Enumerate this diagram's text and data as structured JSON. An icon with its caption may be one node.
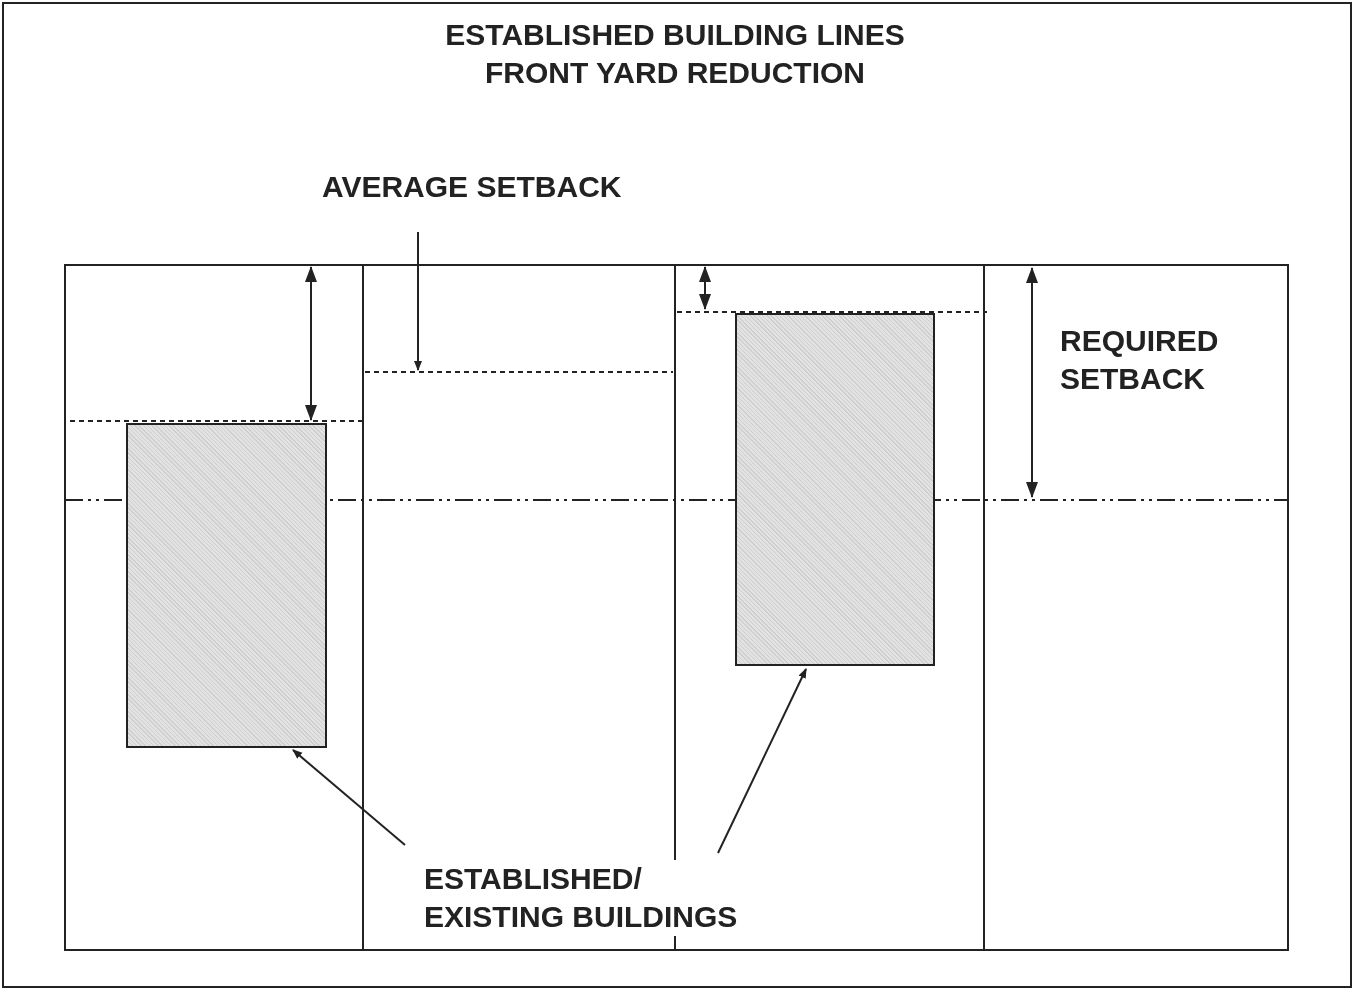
{
  "diagram": {
    "title": "ESTABLISHED BUILDING LINES FRONT YARD REDUCTION",
    "nodes": [
      {
        "text": [
          "AVERAGE SETBACK"
        ]
      },
      {
        "text": [
          "ESTABLISHED/ EXISTING BUILDINGS"
        ]
      },
      {
        "text": [],
        "shape": "box"
      },
      {
        "text": [],
        "shape": "box"
      }
    ],
    "edges": [
      {
        "from": 0,
        "to": null,
        "arrow": "to"
      },
      {
        "from": 1,
        "to": 2,
        "arrow": "to"
      },
      {
        "from": 1,
        "to": 3,
        "arrow": "to"
      }
    ],
    "labels": [
      "REQUIRED SETBACK"
    ]
  }
}
